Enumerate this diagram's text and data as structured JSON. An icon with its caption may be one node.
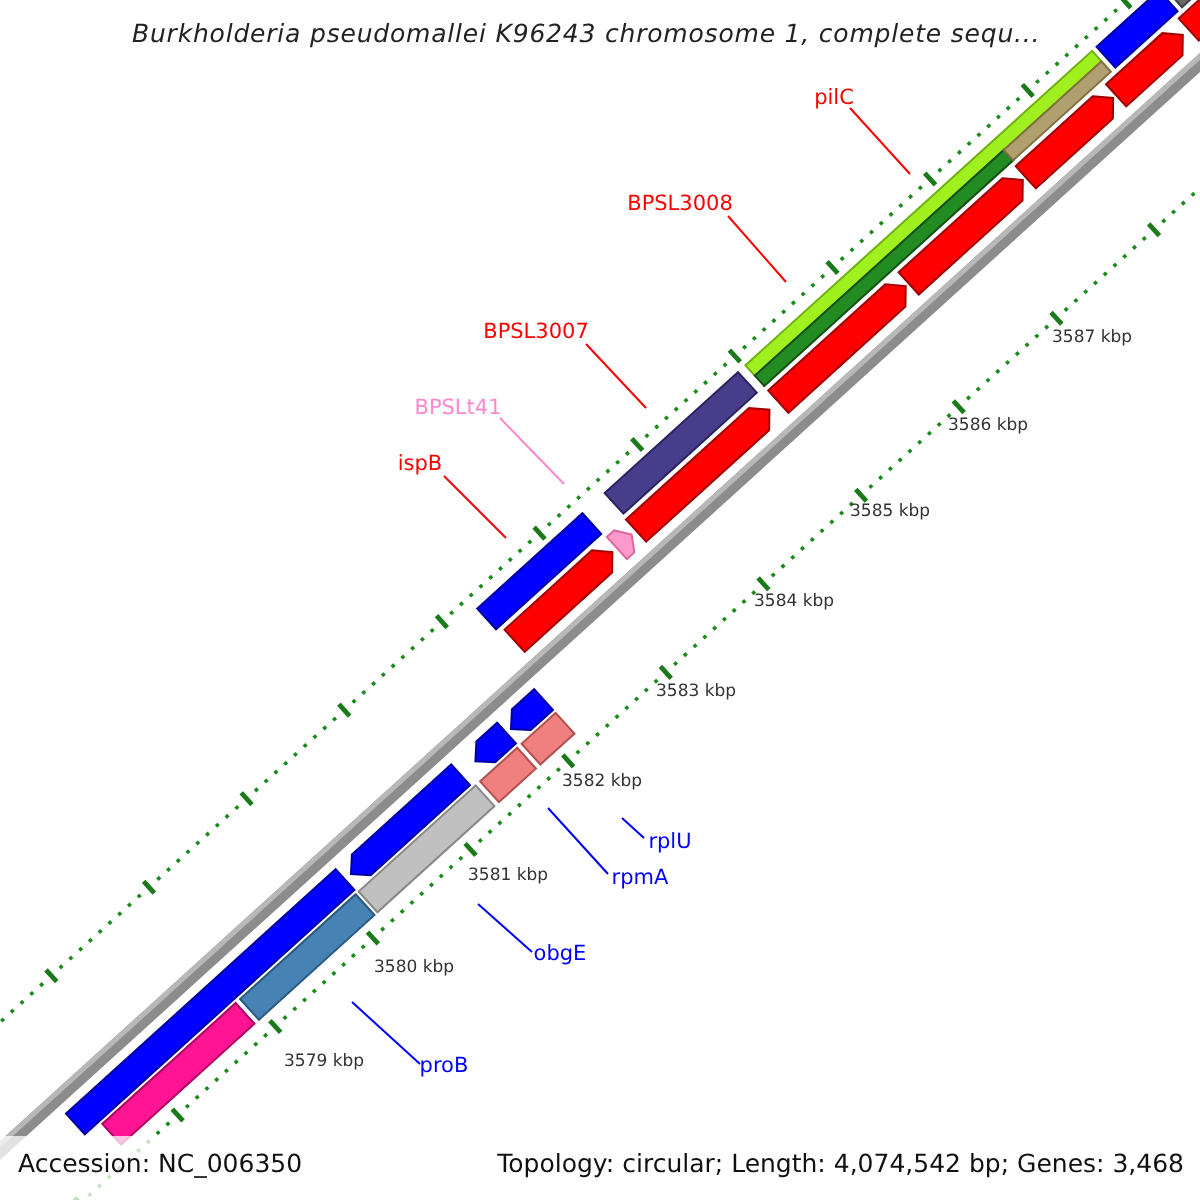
{
  "diagram": {
    "title": "Burkholderia pseudomallei K96243 chromosome 1, complete sequ...",
    "nodes": [
      {
        "text": [
          "pilC"
        ]
      },
      {
        "text": [
          "BPSL3008"
        ]
      },
      {
        "text": [
          "BPSL3007"
        ]
      },
      {
        "text": [
          "BPSLt41"
        ]
      },
      {
        "text": [
          "ispB"
        ]
      },
      {
        "text": [
          "rplU"
        ]
      },
      {
        "text": [
          "rpmA"
        ]
      },
      {
        "text": [
          "obgE"
        ]
      },
      {
        "text": [
          "proB"
        ]
      }
    ],
    "edges": [
      {
        "from": 0,
        "to": null,
        "arrow": "none",
        "color": "#ff0000"
      },
      {
        "from": 1,
        "to": null,
        "arrow": "none",
        "color": "#ff0000"
      },
      {
        "from": 2,
        "to": null,
        "arrow": "none",
        "color": "#ff0000"
      },
      {
        "from": 3,
        "to": null,
        "arrow": "none",
        "color": "#ff88cc"
      },
      {
        "from": 4,
        "to": null,
        "arrow": "none",
        "color": "#ff0000"
      },
      {
        "from": 5,
        "to": null,
        "arrow": "none",
        "color": "#0000ff"
      },
      {
        "from": 6,
        "to": null,
        "arrow": "none",
        "color": "#0000ff"
      },
      {
        "from": 7,
        "to": null,
        "arrow": "none",
        "color": "#0000ff"
      },
      {
        "from": 8,
        "to": null,
        "arrow": "none",
        "color": "#0000ff"
      }
    ],
    "labels": [
      "3587 kbp",
      "3586 kbp",
      "3585 kbp",
      "3584 kbp",
      "3583 kbp",
      "3582 kbp",
      "3581 kbp",
      "3580 kbp",
      "3579 kbp",
      "Accession: NC_006350",
      "Topology: circular; Length: 4,074,542 bp; Genes: 3,468"
    ]
  }
}
